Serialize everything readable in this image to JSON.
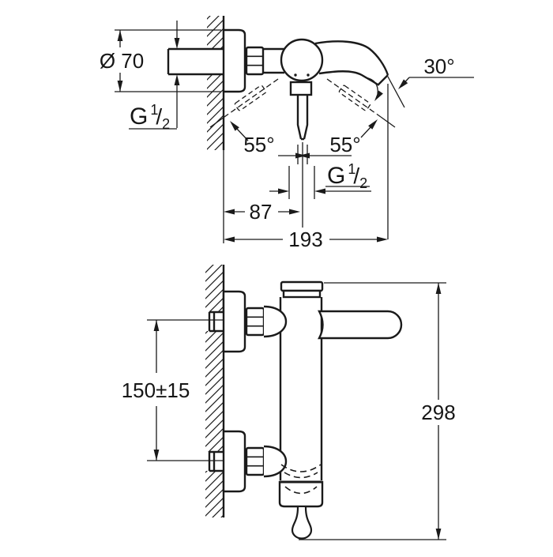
{
  "diagram": {
    "type": "technical-dimension-drawing",
    "subject": "wall-mounted single-lever bath mixer, two orthographic views",
    "colors": {
      "line": "#1a1a1a",
      "background": "#ffffff"
    },
    "dims": {
      "escutcheon_diameter": "Ø 70",
      "spout_angle": "30°",
      "lever_swing_left": "55°",
      "lever_swing_right": "55°",
      "wall_to_lever_center": "87",
      "wall_to_spout_tip": "193",
      "connection_spacing": "150±15",
      "total_height": "298",
      "thread_prefix": "G",
      "thread_numerator": "1",
      "thread_slash": "/",
      "thread_denominator": "2"
    }
  }
}
